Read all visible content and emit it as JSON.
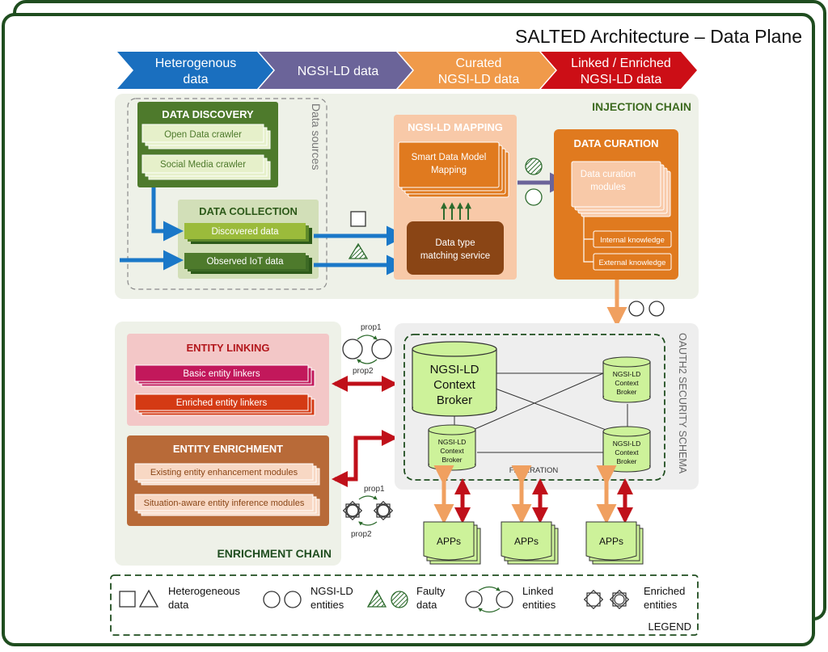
{
  "title": "SALTED Architecture – Data Plane",
  "stages": [
    {
      "line1": "Heterogenous",
      "line2": "data",
      "color": "#1a6fbf"
    },
    {
      "line1": "NGSI-LD data",
      "line2": "",
      "color": "#6b6499"
    },
    {
      "line1": "Curated",
      "line2": "NGSI-LD data",
      "color": "#f09a4a"
    },
    {
      "line1": "Linked / Enriched",
      "line2": "NGSI-LD data",
      "color": "#cc0e16"
    }
  ],
  "injection_chain": {
    "label": "INJECTION CHAIN",
    "data_sources_label": "Data sources",
    "discovery": {
      "title": "DATA DISCOVERY",
      "items": [
        "Open Data crawler",
        "Social Media crawler"
      ]
    },
    "collection": {
      "title": "DATA COLLECTION",
      "items": [
        "Discovered data",
        "Observed IoT data"
      ]
    },
    "mapping": {
      "title": "NGSI-LD MAPPING",
      "smart_line1": "Smart Data Model",
      "smart_line2": "Mapping",
      "matching_line1": "Data type",
      "matching_line2": "matching service"
    },
    "curation": {
      "title": "DATA CURATION",
      "modules_line1": "Data curation",
      "modules_line2": "modules",
      "knowledge": [
        "Internal knowledge",
        "External knowledge"
      ]
    }
  },
  "enrichment_chain": {
    "label": "ENRICHMENT CHAIN",
    "linking": {
      "title": "ENTITY LINKING",
      "items": [
        "Basic entity linkers",
        "Enriched entity linkers"
      ]
    },
    "enrichment": {
      "title": "ENTITY ENRICHMENT",
      "items": [
        "Existing entity enhancement modules",
        "Situation-aware entity inference modules"
      ]
    },
    "prop_labels": [
      "prop1",
      "prop2"
    ]
  },
  "federation": {
    "label": "FEDERATION",
    "security_label": "OAUTH2 SECURITY SCHEMA",
    "main_broker": [
      "NGSI-LD",
      "Context",
      "Broker"
    ],
    "small_broker": [
      "NGSI-LD",
      "Context",
      "Broker"
    ],
    "apps_label": "APPs"
  },
  "legend": {
    "label": "LEGEND",
    "items": [
      {
        "line1": "Heterogeneous",
        "line2": "data"
      },
      {
        "line1": "NGSI-LD",
        "line2": "entities"
      },
      {
        "line1": "Faulty",
        "line2": "data"
      },
      {
        "line1": "Linked",
        "line2": "entities"
      },
      {
        "line1": "Enriched",
        "line2": "entities"
      }
    ]
  },
  "colors": {
    "frame": "#1f4d1f",
    "panel": "#eef1e8",
    "dark_green": "#4e7a2c",
    "olive": "#9bbb3b",
    "peach": "#f8c9a8",
    "orange": "#e07a1f",
    "brown": "#8a4515",
    "entity_pink": "#f3c7c7",
    "magenta": "#c2185b",
    "red": "#d43a14",
    "enrich_brown": "#b86a38",
    "blue_arrow": "#1a78c8",
    "purple_arrow": "#6b6499",
    "orange_arrow": "#f0a060",
    "red_arrow": "#c0101a",
    "cylinder": "#cdf29a"
  }
}
